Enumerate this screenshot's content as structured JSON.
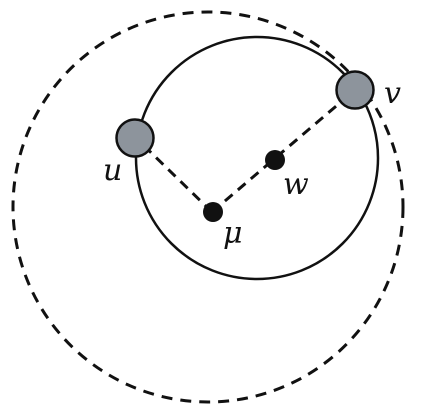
{
  "diagram": {
    "labels": {
      "u": "u",
      "v": "v",
      "w": "w",
      "mu": "μ"
    },
    "colors": {
      "stroke": "#111111",
      "highlighted_node_fill": "#8d949c",
      "center_point_fill": "#111111",
      "background": "#ffffff"
    }
  }
}
